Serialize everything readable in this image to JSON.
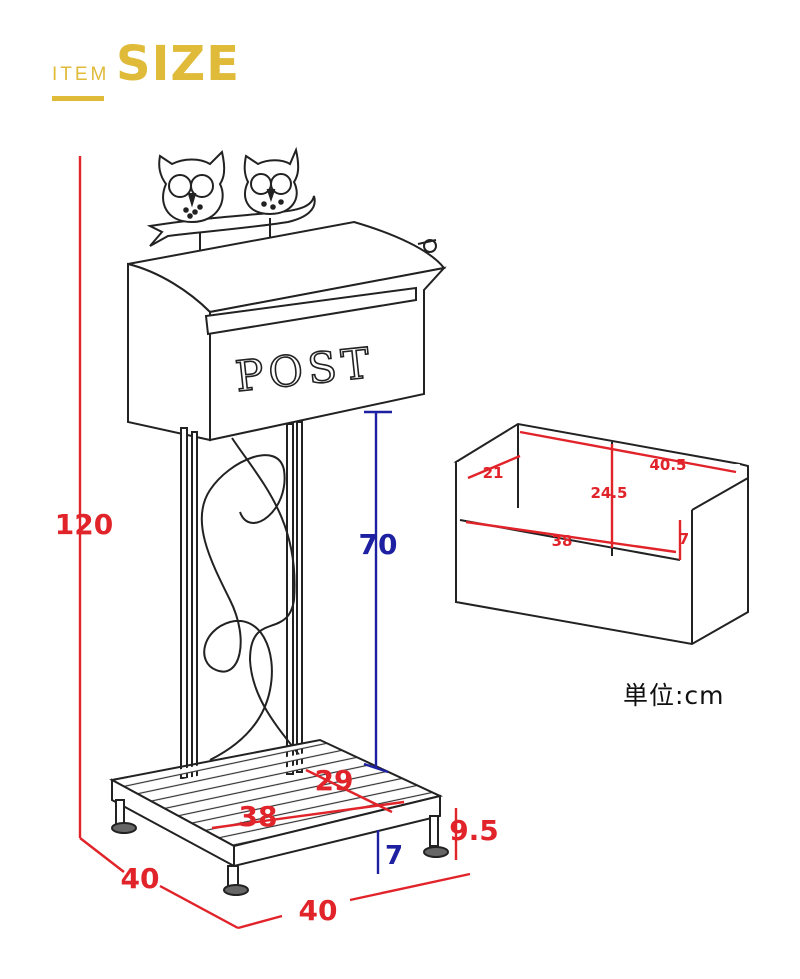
{
  "heading": {
    "prefix": "ITEM",
    "title": "SIZE"
  },
  "product": {
    "lid_text": "POST"
  },
  "dimensions": {
    "total_height": "120",
    "post_height": "70",
    "depth": "40",
    "width": "40",
    "base_depth_inner": "29",
    "base_width_inner": "38",
    "base_height": "9.5",
    "foot_height": "7"
  },
  "box_dimensions": {
    "width_top": "40.5",
    "depth_side": "21",
    "height": "24.5",
    "width_bottom": "38",
    "front_height": "7"
  },
  "unit_label": "単位:cm",
  "colors": {
    "accent": "#e0bb3a",
    "dimension_red": "#e1232a",
    "dimension_blue": "#1d20a0",
    "line": "#222222"
  }
}
